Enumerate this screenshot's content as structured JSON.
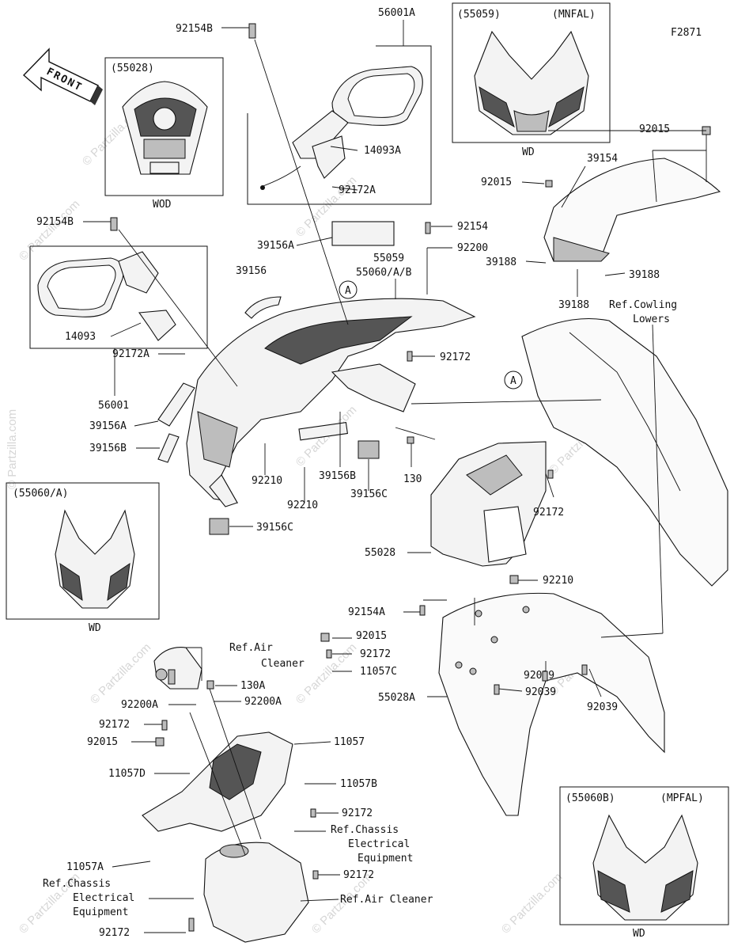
{
  "figure_code": "F2871",
  "front_label": "FRONT",
  "watermark": "© Partzilla.com",
  "insets": {
    "top_left": {
      "code": "(55028)",
      "note": "WOD"
    },
    "top_center": {
      "code": "(55059)",
      "variant": "(MNFAL)",
      "note": "WD"
    },
    "mid_left": {
      "code": "(55060/A)",
      "note": "WD"
    },
    "bottom_right": {
      "code": "(55060B)",
      "variant": "(MPFAL)",
      "note": "WD"
    }
  },
  "callouts": {
    "A_letter": "A",
    "p92154B": "92154B",
    "p56001A": "56001A",
    "p14093A": "14093A",
    "p92172A": "92172A",
    "p92154B_2": "92154B",
    "p14093": "14093",
    "p92172A_2": "92172A",
    "p56001": "56001",
    "p39156A": "39156A",
    "p39156": "39156",
    "p39156A_2": "39156A",
    "p39156B": "39156B",
    "p92154": "92154",
    "p92200": "92200",
    "p55059": "55059",
    "p55060AB": "55060/A/B",
    "p92172": "92172",
    "p92210": "92210",
    "p92210_2": "92210",
    "p39156B_2": "39156B",
    "p39156C": "39156C",
    "p130": "130",
    "p39156C_2": "39156C",
    "p92015": "92015",
    "p39154": "39154",
    "p92015_2": "92015",
    "p39188": "39188",
    "p39188_2": "39188",
    "p39188_3": "39188",
    "ref_cowling_1": "Ref.Cowling",
    "ref_cowling_2": "Lowers",
    "p92172_2": "92172",
    "p55028": "55028",
    "p92210_3": "92210",
    "p92154A": "92154A",
    "p92015_3": "92015",
    "p92172_3": "92172",
    "p11057C": "11057C",
    "ref_air_1": "Ref.Air",
    "ref_air_2": "Cleaner",
    "p130A": "130A",
    "p92200A": "92200A",
    "p92200A_2": "92200A",
    "p92172_4": "92172",
    "p92015_4": "92015",
    "p11057": "11057",
    "p11057D": "11057D",
    "p11057B": "11057B",
    "p92172_5": "92172",
    "ref_chassis_1": "Ref.Chassis",
    "ref_chassis_2": "Electrical",
    "ref_chassis_3": "Equipment",
    "p11057A": "11057A",
    "p92172_6": "92172",
    "ref_chassis_4": "Ref.Chassis",
    "ref_chassis_5": "Electrical",
    "ref_chassis_6": "Equipment",
    "ref_air_cleaner": "Ref.Air Cleaner",
    "p92172_7": "92172",
    "p92039": "92039",
    "p92039_2": "92039",
    "p92039_3": "92039",
    "p55028A": "55028A"
  }
}
